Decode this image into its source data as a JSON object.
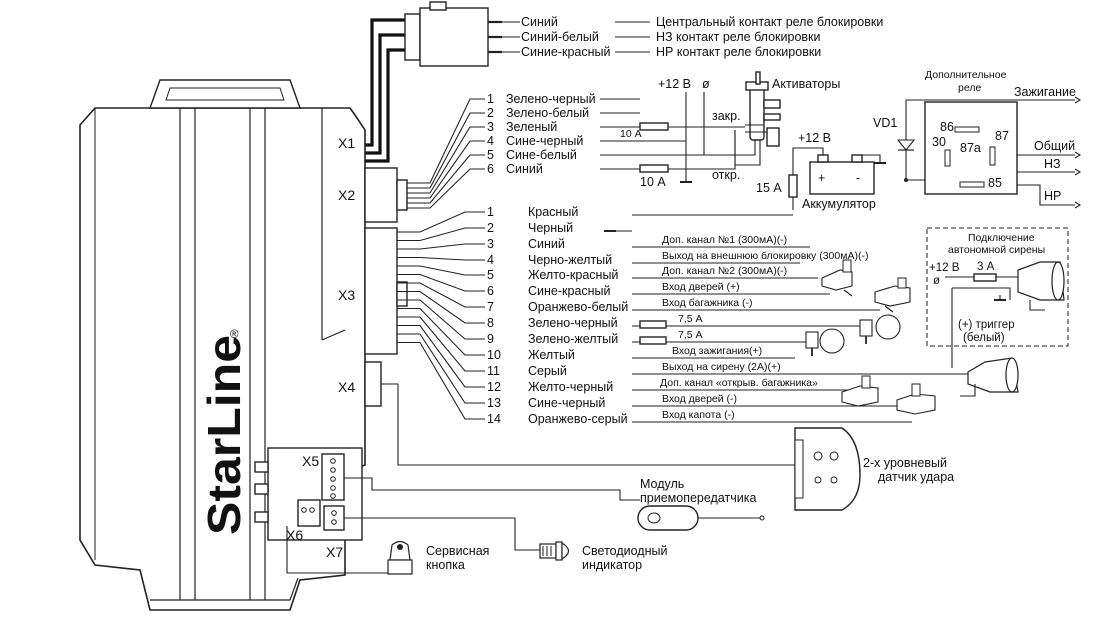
{
  "unit": {
    "brand": "StarLine",
    "registered_mark": "®",
    "connectors": {
      "x1": "X1",
      "x2": "X2",
      "x3": "X3",
      "x4": "X4",
      "x5": "X5",
      "x6": "X6",
      "x7": "X7"
    }
  },
  "x1_wires": [
    {
      "color": "Синий",
      "desc": "Центральный контакт реле блокировки"
    },
    {
      "color": "Синий-белый",
      "desc": "НЗ контакт реле блокировки"
    },
    {
      "color": "Синие-красный",
      "desc": "НР контакт реле блокировки"
    }
  ],
  "x2_wires": [
    {
      "num": "1",
      "color": "Зелено-черный"
    },
    {
      "num": "2",
      "color": "Зелено-белый"
    },
    {
      "num": "3",
      "color": "Зеленый"
    },
    {
      "num": "4",
      "color": "Сине-черный"
    },
    {
      "num": "5",
      "color": "Сине-белый"
    },
    {
      "num": "6",
      "color": "Синий"
    }
  ],
  "x3_wires": [
    {
      "num": "1",
      "color": "Красный",
      "desc": ""
    },
    {
      "num": "2",
      "color": "Черный",
      "desc": ""
    },
    {
      "num": "3",
      "color": "Синий",
      "desc": "Доп. канал №1 (300мА)(-)"
    },
    {
      "num": "4",
      "color": "Черно-желтый",
      "desc": "Выход на  внешнюю блокировку (300мА)(-)"
    },
    {
      "num": "5",
      "color": "Желто-красный",
      "desc": "Доп. канал №2 (300мА)(-)"
    },
    {
      "num": "6",
      "color": "Сине-красный",
      "desc": "Вход дверей (+)"
    },
    {
      "num": "7",
      "color": "Оранжево-белый",
      "desc": "Вход багажника (-)"
    },
    {
      "num": "8",
      "color": "Зелено-черный",
      "desc": "7,5 А"
    },
    {
      "num": "9",
      "color": "Зелено-желтый",
      "desc": "7,5 А"
    },
    {
      "num": "10",
      "color": "Желтый",
      "desc": "Вход зажигания(+)"
    },
    {
      "num": "11",
      "color": "Серый",
      "desc": "Выход на сирену (2А)(+)"
    },
    {
      "num": "12",
      "color": "Желто-черный",
      "desc": "Доп. канал «открыв. багажника»"
    },
    {
      "num": "13",
      "color": "Сине-черный",
      "desc": "Вход дверей (-)"
    },
    {
      "num": "14",
      "color": "Оранжево-серый",
      "desc": "Вход капота (-)"
    }
  ],
  "actuators": {
    "title": "Активаторы",
    "plus12": "+12 В",
    "ground_symbol": "ø",
    "lock": "закр.",
    "unlock": "откр.",
    "fuse_small": "10 А",
    "fuse_big": "10 А"
  },
  "battery": {
    "plus12": "+12 В",
    "fuse": "15 А",
    "label": "Аккумулятор",
    "plus": "+",
    "minus": "-"
  },
  "relay": {
    "title_line1": "Дополнительное",
    "title_line2": "реле",
    "diode": "VD1",
    "pins": {
      "p86": "86",
      "p87": "87",
      "p30": "30",
      "p87a": "87а",
      "p85": "85"
    },
    "outputs": {
      "ignition": "Зажигание",
      "common": "Общий",
      "nc": "НЗ",
      "no": "НР"
    }
  },
  "siren_box": {
    "title_line1": "Подключение",
    "title_line2": "автономной сирены",
    "plus12": "+12 В",
    "ground_symbol": "ø",
    "fuse": "3 А",
    "trigger_line1": "(+) триггер",
    "trigger_line2": "(белый)"
  },
  "peripherals": {
    "shock_sensor_line1": "2-х уровневый",
    "shock_sensor_line2": "датчик удара",
    "transceiver_line1": "Модуль",
    "transceiver_line2": "приемопередатчика",
    "led_line1": "Светодиодный",
    "led_line2": "индикатор",
    "service_line1": "Сервисная",
    "service_line2": "кнопка"
  }
}
